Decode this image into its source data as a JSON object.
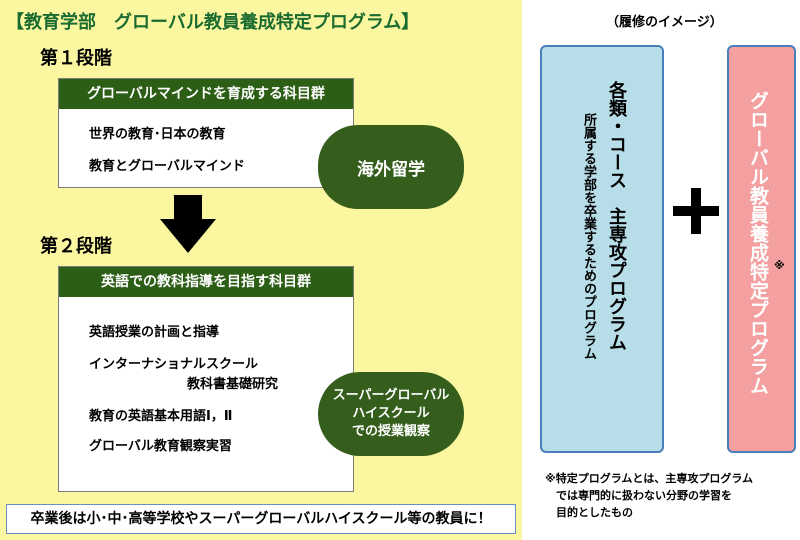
{
  "left": {
    "title": "【教育学部　グローバル教員養成特定プログラム】",
    "stage1": {
      "label": "第１段階",
      "header": "グローバルマインドを育成する科目群",
      "items": [
        "世界の教育･日本の教育",
        "教育とグローバルマインド"
      ],
      "pill": "海外留学"
    },
    "stage2": {
      "label": "第２段階",
      "header": "英語での教科指導を目指す科目群",
      "items": [
        "英語授業の計画と指導",
        "インターナショナルスクール",
        "教科書基礎研究",
        "教育の英語基本用語Ⅰ，Ⅱ",
        "グローバル教育観察実習"
      ],
      "pill": [
        "スーパーグローバル",
        "ハイスクール",
        "での授業観察"
      ]
    },
    "footer": "卒業後は小･中･高等学校やスーパーグローバルハイスクール等の教員に！"
  },
  "right": {
    "caption": "（履修のイメージ）",
    "main_program": {
      "title": "各類・コース　主専攻プログラム",
      "sub": "所属する学部を卒業するためのプログラム"
    },
    "global_program": {
      "title": "グローバル教員養成特定プログラム",
      "mark": "※"
    },
    "footnote": [
      "※特定プログラムとは、主専攻プログラム",
      "　では専門的に扱わない分野の学習を",
      "　目的としたもの"
    ]
  },
  "colors": {
    "panel_bg": "#fbf6a0",
    "title_green": "#1a6b2f",
    "dark_green": "#2d5e16",
    "light_blue": "#b7dde8",
    "pink": "#f4a0a0"
  }
}
